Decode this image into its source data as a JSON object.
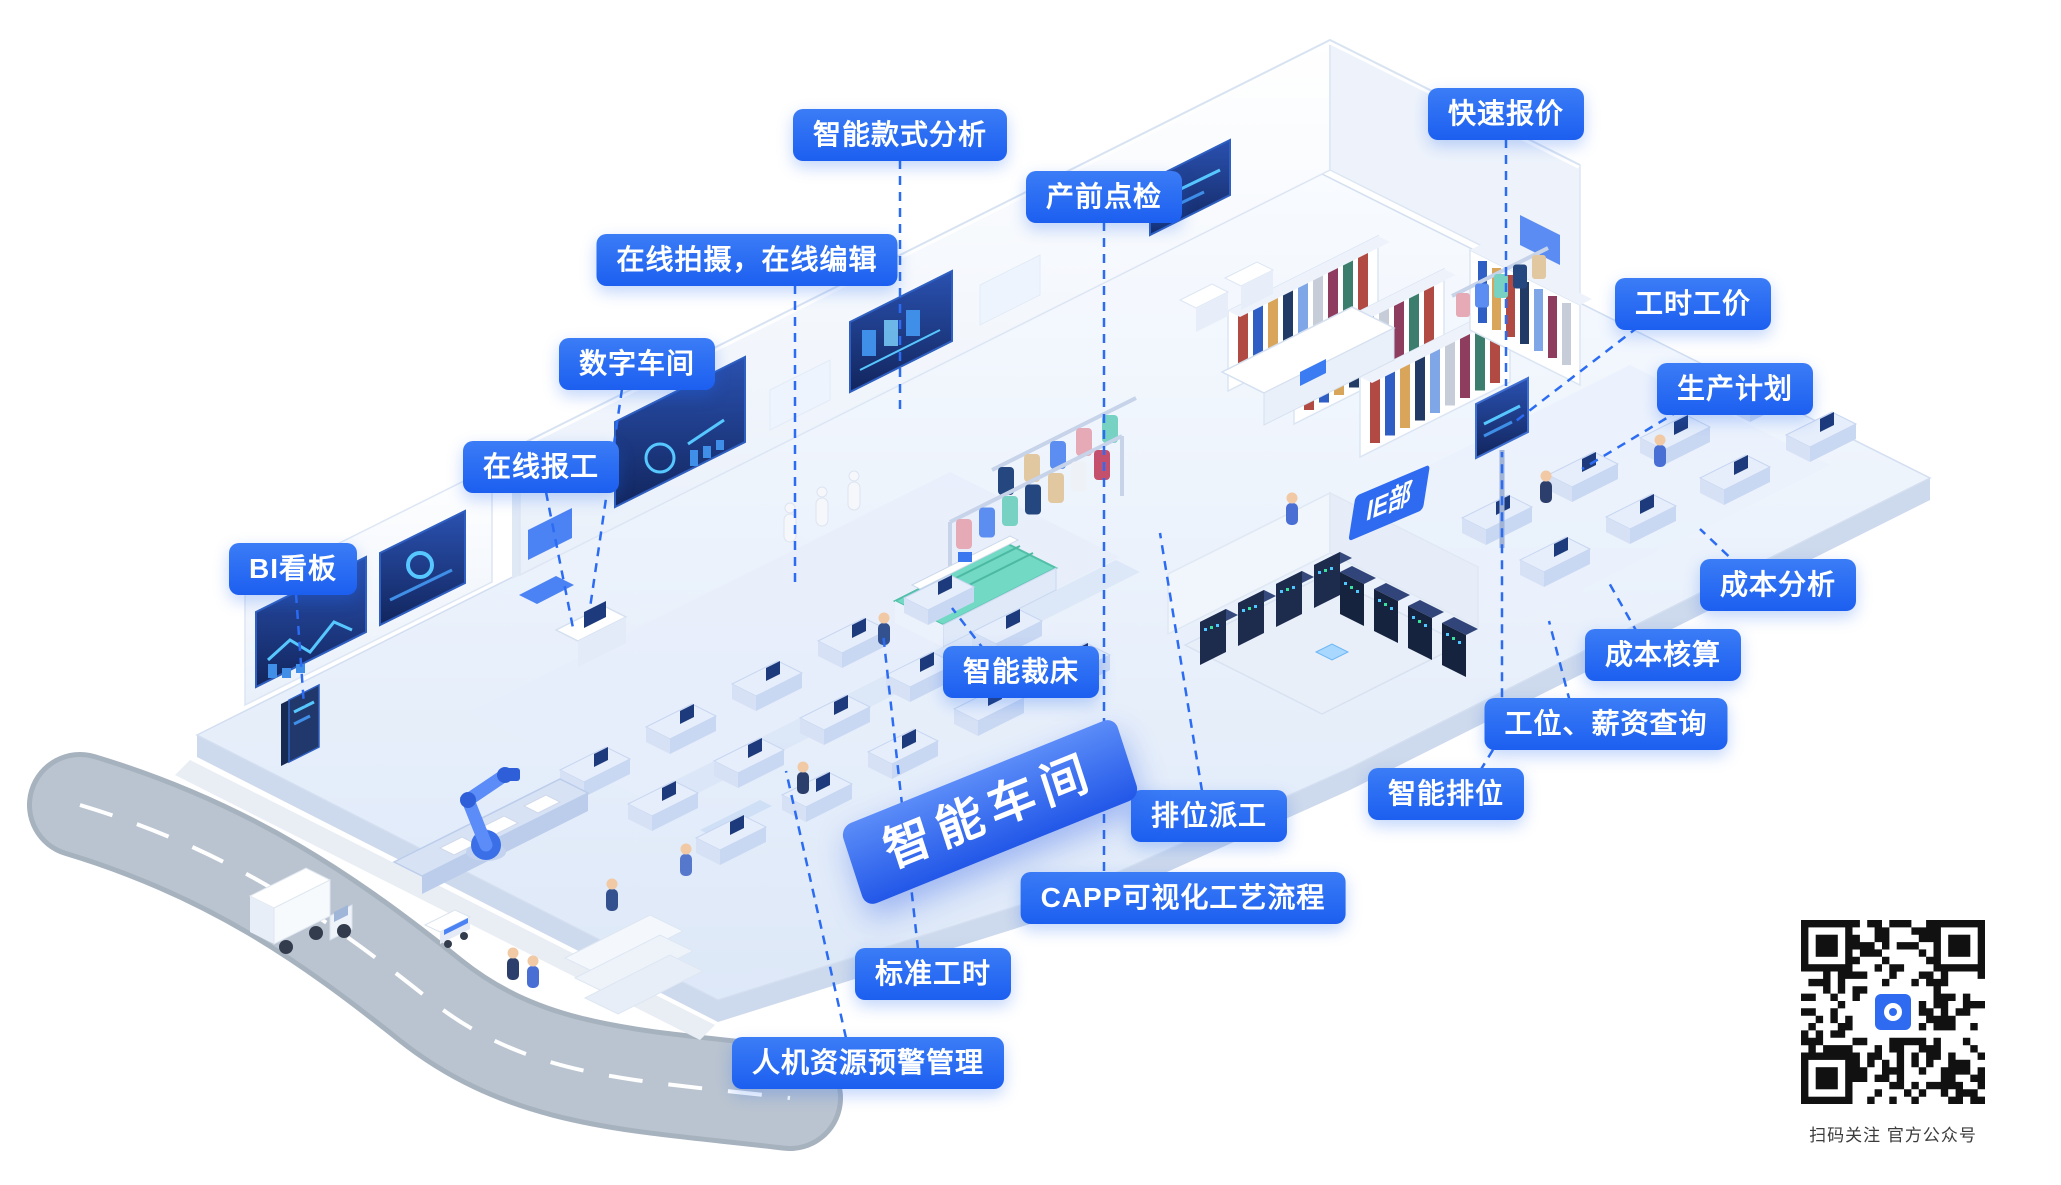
{
  "banner": {
    "text": "智能车间"
  },
  "floor_tag": {
    "text": "IE部"
  },
  "labels": [
    {
      "text": "BI看板"
    },
    {
      "text": "在线报工"
    },
    {
      "text": "数字车间"
    },
    {
      "text": "在线拍摄，在线编辑"
    },
    {
      "text": "智能款式分析"
    },
    {
      "text": "产前点检"
    },
    {
      "text": "快速报价"
    },
    {
      "text": "工时工价"
    },
    {
      "text": "生产计划"
    },
    {
      "text": "成本分析"
    },
    {
      "text": "成本核算"
    },
    {
      "text": "工位、薪资查询"
    },
    {
      "text": "智能排位"
    },
    {
      "text": "排位派工"
    },
    {
      "text": "CAPP可视化工艺流程"
    },
    {
      "text": "智能裁床"
    },
    {
      "text": "标准工时"
    },
    {
      "text": "人机资源预警管理"
    }
  ],
  "qr": {
    "caption": "扫码关注 官方公众号"
  },
  "colors": {
    "badge": "#1f68f2",
    "leader_line": "#2b6cf3",
    "banner": "#2f6bf2",
    "screen_dark": "#16306e",
    "screen_glow": "#57c8ff",
    "floor_light": "#e9f0fb"
  }
}
